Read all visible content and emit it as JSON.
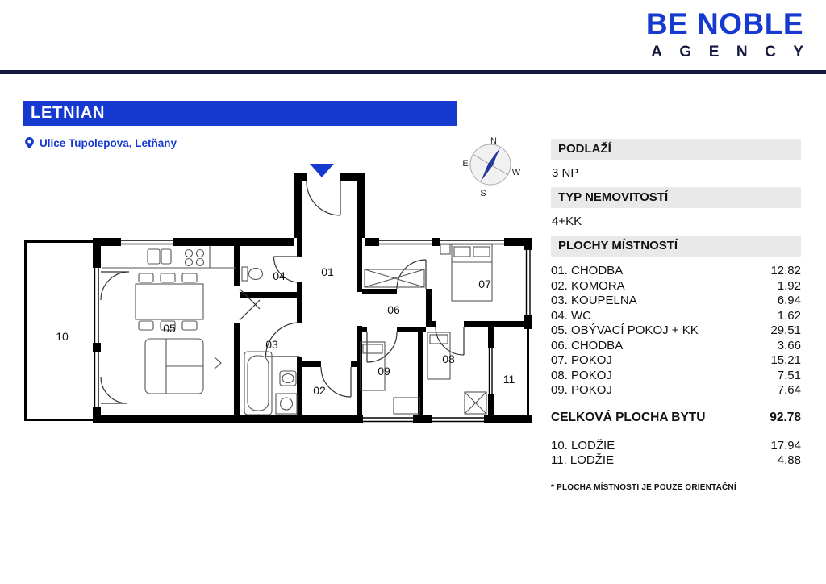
{
  "colors": {
    "accent": "#1639cf",
    "navy": "#14183c"
  },
  "brand": {
    "name": "BE NOBLE",
    "tagline": "AGENCY"
  },
  "listing": {
    "title": "LETNIAN",
    "address": "Ulice Tupolepova, Letňany"
  },
  "compass": {
    "n": "N",
    "e": "E",
    "s": "S",
    "w": "W"
  },
  "plan": {
    "labels": {
      "r01": "01",
      "r02": "02",
      "r03": "03",
      "r04": "04",
      "r05": "05",
      "r06": "06",
      "r07": "07",
      "r08": "08",
      "r09": "09",
      "r10": "10",
      "r11": "11"
    }
  },
  "panel": {
    "floor_label": "PODLAŽÍ",
    "floor_value": "3 NP",
    "type_label": "TYP NEMOVITOSTÍ",
    "type_value": "4+KK",
    "rooms_label": "PLOCHY MÍSTNOSTÍ",
    "rooms": [
      {
        "label": "01. CHODBA",
        "area": "12.82"
      },
      {
        "label": "02. KOMORA",
        "area": "1.92"
      },
      {
        "label": "03. KOUPELNA",
        "area": "6.94"
      },
      {
        "label": "04. WC",
        "area": "1.62"
      },
      {
        "label": "05. OBÝVACÍ POKOJ + KK",
        "area": "29.51"
      },
      {
        "label": "06. CHODBA",
        "area": "3.66"
      },
      {
        "label": "07. POKOJ",
        "area": "15.21"
      },
      {
        "label": "08. POKOJ",
        "area": "7.51"
      },
      {
        "label": "09. POKOJ",
        "area": "7.64"
      }
    ],
    "total_label": "CELKOVÁ PLOCHA BYTU",
    "total_value": "92.78",
    "balconies": [
      {
        "label": "10. LODŽIE",
        "area": "17.94"
      },
      {
        "label": "11. LODŽIE",
        "area": "4.88"
      }
    ],
    "footnote": "* PLOCHA MÍSTNOSTI JE POUZE ORIENTAČNÍ"
  }
}
